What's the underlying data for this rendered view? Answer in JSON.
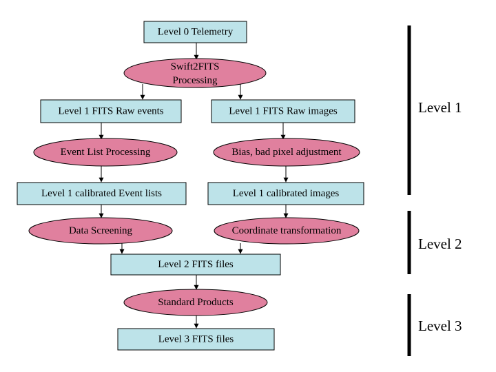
{
  "colors": {
    "box_fill": "#bde3e9",
    "process_fill": "#e0809e",
    "line": "#000000"
  },
  "nodes": {
    "l0_telemetry": "Level 0 Telemetry",
    "swift2fits_line1": "Swift2FITS",
    "swift2fits_line2": "Processing",
    "l1_raw_events": "Level 1 FITS Raw events",
    "l1_raw_images": "Level 1 FITS Raw images",
    "event_list_processing": "Event List Processing",
    "bias_adjustment": "Bias, bad pixel adjustment",
    "l1_cal_events": "Level 1 calibrated Event lists",
    "l1_cal_images": "Level 1 calibrated images",
    "data_screening": "Data Screening",
    "coord_transform": "Coordinate transformation",
    "l2_fits": "Level 2 FITS files",
    "standard_products": "Standard Products",
    "l3_fits": "Level 3 FITS files"
  },
  "levels": {
    "level1": "Level 1",
    "level2": "Level 2",
    "level3": "Level 3"
  }
}
